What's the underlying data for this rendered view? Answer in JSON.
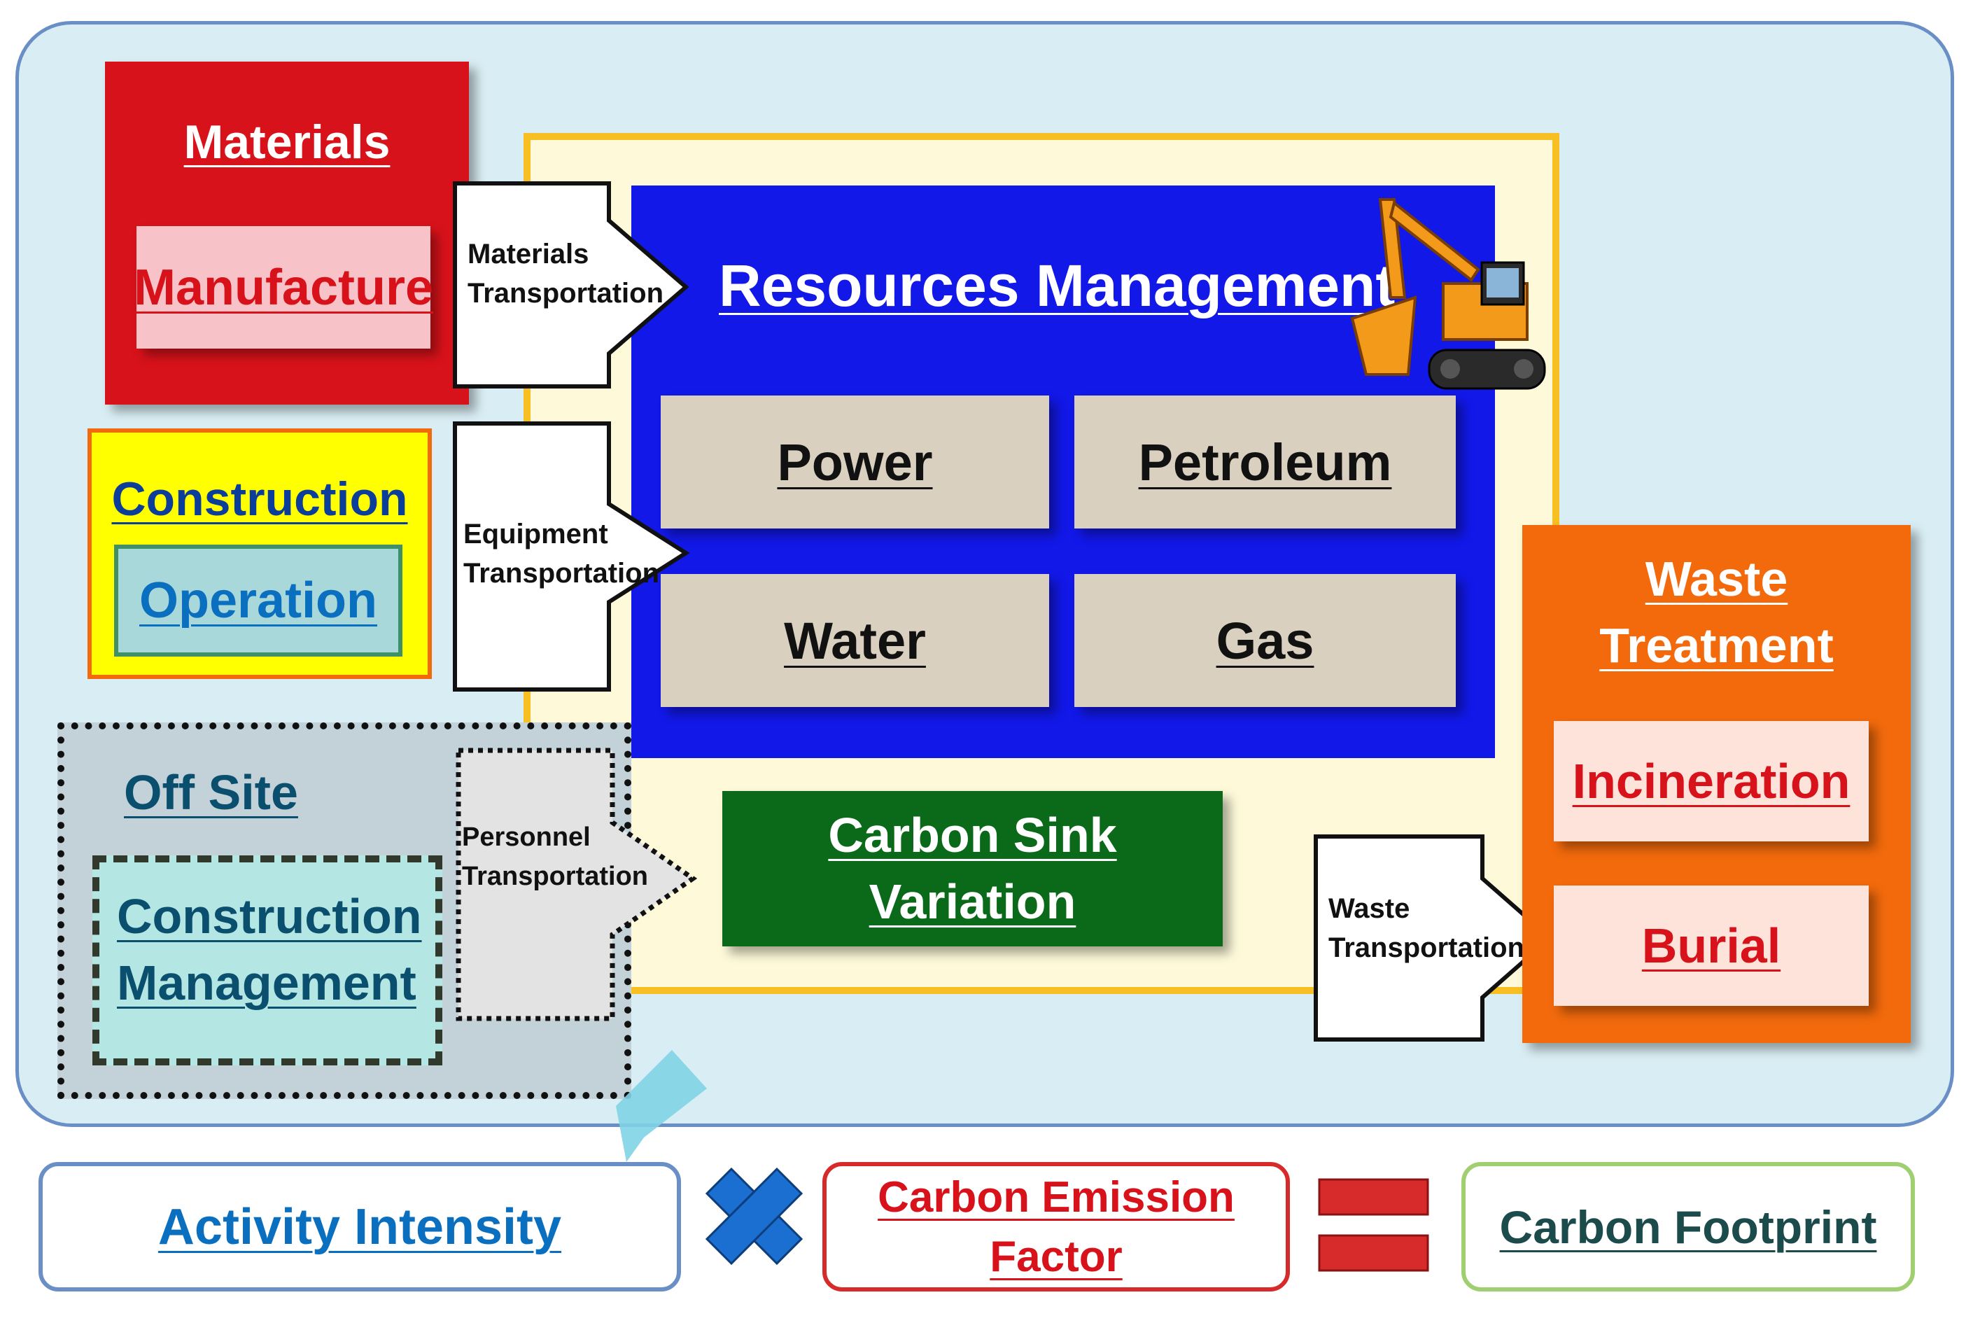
{
  "diagram": {
    "materials": {
      "title": "Materials",
      "sub": "Manufacture"
    },
    "construction": {
      "title": "Construction",
      "sub": "Operation"
    },
    "offsite": {
      "title": "Off Site",
      "sub_line1": "Construction",
      "sub_line2": "Management"
    },
    "arrows": {
      "materials_transport": [
        "Materials",
        "Transportation"
      ],
      "equipment_transport": [
        "Equipment",
        "Transportation"
      ],
      "personnel_transport": [
        "Personnel",
        "Transportation"
      ],
      "waste_transport": [
        "Waste",
        "Transportation"
      ]
    },
    "resources": {
      "title": "Resources Management",
      "items": [
        "Power",
        "Petroleum",
        "Water",
        "Gas"
      ]
    },
    "carbon_sink": {
      "line1": "Carbon Sink",
      "line2": "Variation"
    },
    "waste": {
      "title_line1": "Waste",
      "title_line2": "Treatment",
      "items": [
        "Incineration",
        "Burial"
      ]
    },
    "formula": {
      "activity": "Activity Intensity",
      "factor_line1": "Carbon Emission",
      "factor_line2": "Factor",
      "footprint": "Carbon Footprint"
    }
  },
  "colors": {
    "panel_bg": "#d9eef4",
    "materials_red": "#d8121a",
    "construction_yellow": "#ffff00",
    "resources_blue": "#1218e8",
    "tile_beige": "#d9d0c0",
    "sink_green": "#0b6a19",
    "waste_orange": "#f26a0c",
    "text_red": "#d8121a",
    "text_blue": "#0b4fa3"
  }
}
